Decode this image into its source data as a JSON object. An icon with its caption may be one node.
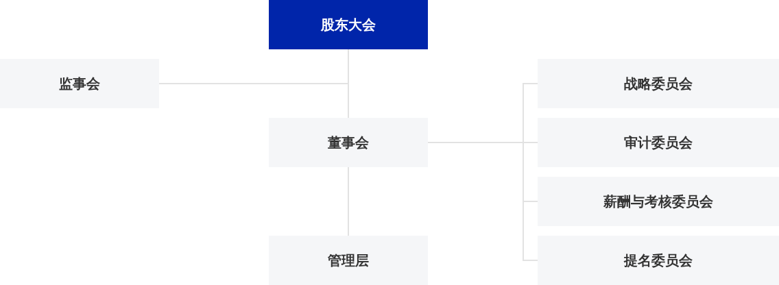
{
  "diagram": {
    "nodes": [
      {
        "text": [
          "股东大会"
        ]
      },
      {
        "text": [
          "监事会"
        ]
      },
      {
        "text": [
          "董事会"
        ]
      },
      {
        "text": [
          "管理层"
        ]
      },
      {
        "text": [
          "战略委员会"
        ]
      },
      {
        "text": [
          "审计委员会"
        ]
      },
      {
        "text": [
          "薪酬与考核委员会"
        ]
      },
      {
        "text": [
          "提名委员会"
        ]
      }
    ],
    "edges": [
      {
        "from": 0,
        "to": 1,
        "arrow": "none"
      },
      {
        "from": 0,
        "to": 2,
        "arrow": "none"
      },
      {
        "from": 2,
        "to": 3,
        "arrow": "none"
      },
      {
        "from": 2,
        "to": 4,
        "arrow": "none"
      },
      {
        "from": 2,
        "to": 5,
        "arrow": "none"
      },
      {
        "from": 2,
        "to": 6,
        "arrow": "none"
      },
      {
        "from": 2,
        "to": 7,
        "arrow": "none"
      }
    ]
  }
}
